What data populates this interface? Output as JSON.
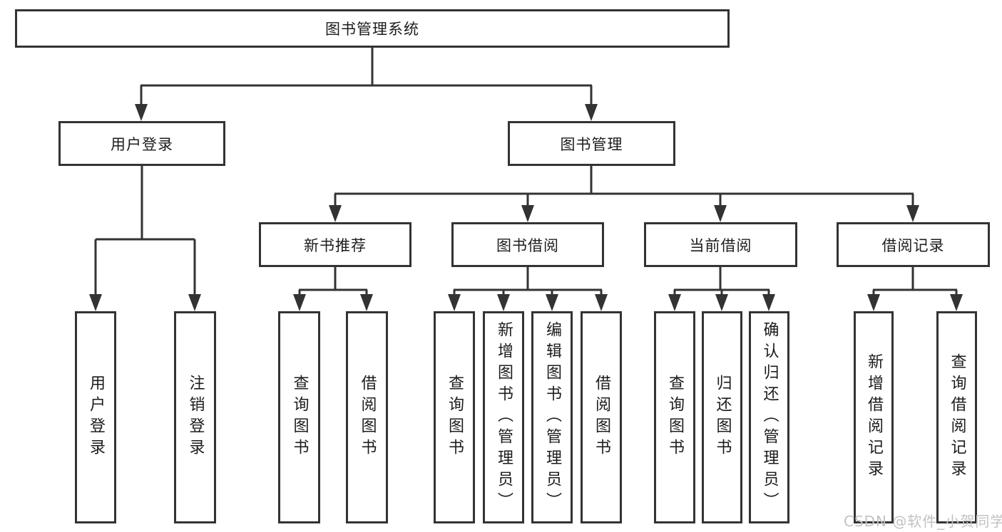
{
  "diagram": {
    "type": "hierarchy-tree",
    "root": {
      "label": "图书管理系统"
    },
    "branches": [
      {
        "label": "用户登录",
        "children": [
          {
            "label": "用户登录"
          },
          {
            "label": "注销登录"
          }
        ]
      },
      {
        "label": "图书管理",
        "children": [
          {
            "label": "新书推荐",
            "children": [
              {
                "label": "查询图书"
              },
              {
                "label": "借阅图书"
              }
            ]
          },
          {
            "label": "图书借阅",
            "children": [
              {
                "label": "查询图书"
              },
              {
                "label": "新增图书（管理员）"
              },
              {
                "label": "编辑图书（管理员）"
              },
              {
                "label": "借阅图书"
              }
            ]
          },
          {
            "label": "当前借阅",
            "children": [
              {
                "label": "查询图书"
              },
              {
                "label": "归还图书"
              },
              {
                "label": "确认归还（管理员）"
              }
            ]
          },
          {
            "label": "借阅记录",
            "children": [
              {
                "label": "新增借阅记录"
              },
              {
                "label": "查询借阅记录"
              }
            ]
          }
        ]
      }
    ]
  },
  "watermark": {
    "text": "CSDN @软件_小贺同学"
  },
  "colors": {
    "line": "#333333",
    "box_border": "#333333",
    "box_fill": "#ffffff",
    "text": "#1c1c1c",
    "background": "#ffffff",
    "watermark": "#c2c2c2"
  }
}
